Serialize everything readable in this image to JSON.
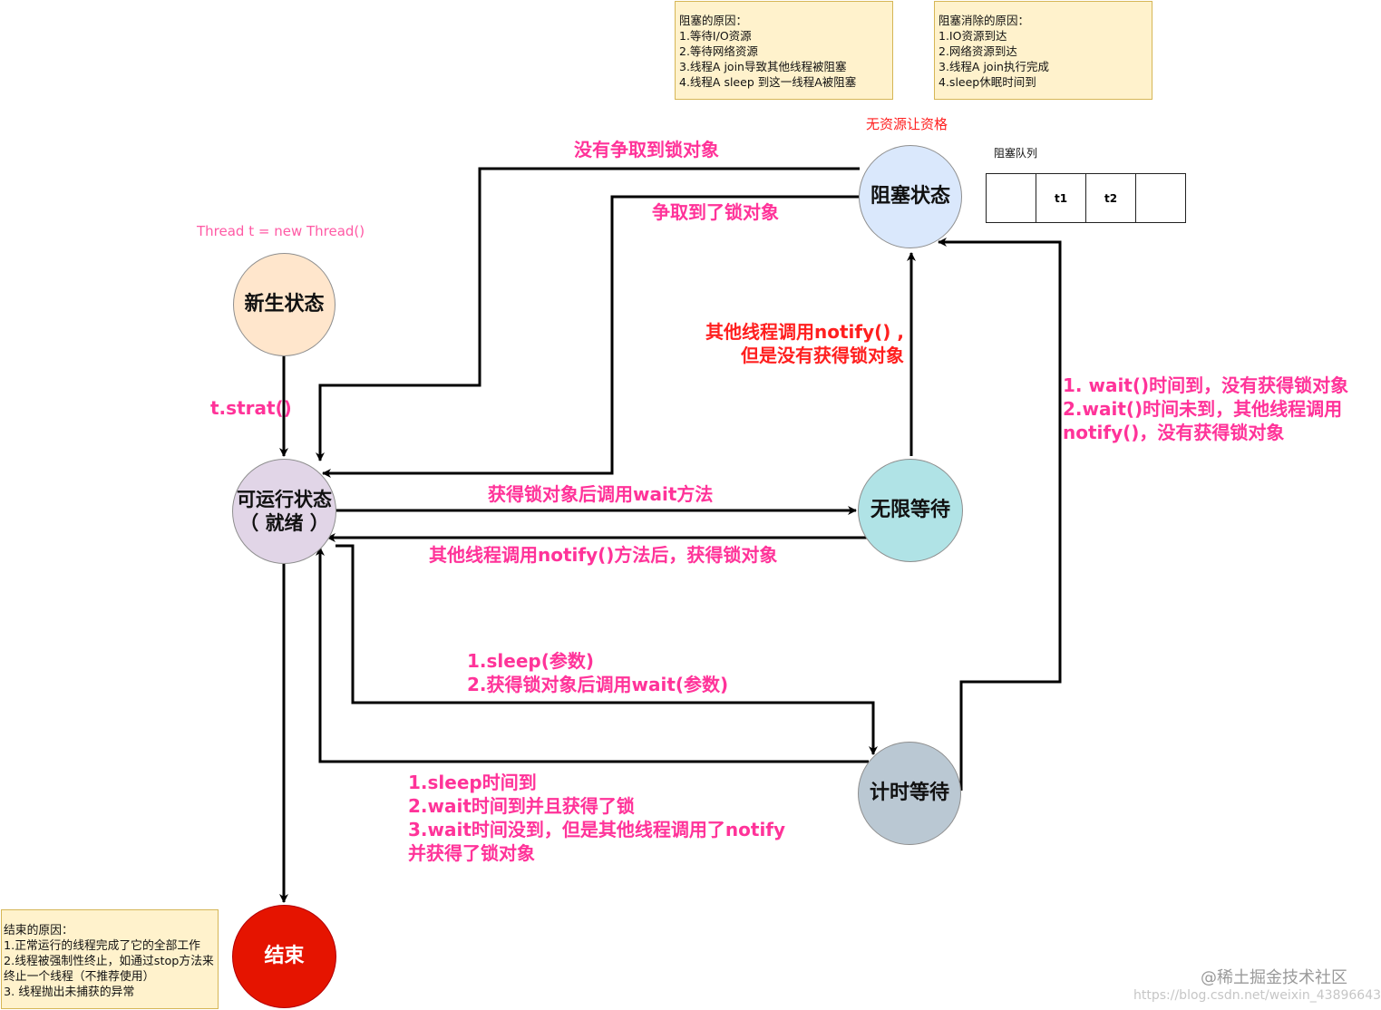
{
  "notes": {
    "block_reasons": [
      "阻塞的原因：",
      "1.等待I/O资源",
      "2.等待网络资源",
      "3.线程A join导致其他线程被阻塞",
      "4.线程A sleep 到这一线程A被阻塞"
    ],
    "unblock_reasons": [
      "阻塞消除的原因：",
      "1.IO资源到达",
      "2.网络资源到达",
      "3.线程A join执行完成",
      "4.sleep休眠时间到"
    ],
    "end_reasons": [
      "结束的原因：",
      "1.正常运行的线程完成了它的全部工作",
      "2.线程被强制性终止，如通过stop方法来终止一个线程（不推荐使用）",
      "3. 线程抛出未捕获的异常"
    ]
  },
  "states": {
    "new": "新生状态",
    "runnable": [
      "可运行状态",
      "（ 就绪 ）"
    ],
    "blocked": "阻塞状态",
    "waiting": "无限等待",
    "timed_waiting": "计时等待",
    "terminated": "结束"
  },
  "labels": {
    "thread_new": "Thread t = new  Thread()",
    "start": "t.strat()",
    "no_lock": "没有争取到锁对象",
    "got_lock": "争取到了锁对象",
    "no_resource": "无资源让资格",
    "blocked_queue": "阻塞队列",
    "notify_no_lock": [
      "其他线程调用notify() ,",
      "但是没有获得锁对象"
    ],
    "wait_call": "获得锁对象后调用wait方法",
    "notify_get_lock": "其他线程调用notify()方法后，获得锁对象",
    "timed_to_blocked": [
      "1. wait()时间到，没有获得锁对象",
      "2.wait()时间未到，其他线程调用",
      "notify()，没有获得锁对象"
    ],
    "sleep_wait_param": [
      "1.sleep(参数)",
      "2.获得锁对象后调用wait(参数)"
    ],
    "timed_return": [
      "1.sleep时间到",
      "2.wait时间到并且获得了锁",
      "3.wait时间没到，但是其他线程调用了notify",
      "并获得了锁对象"
    ]
  },
  "queue_cells": [
    "",
    "t1",
    "t2",
    ""
  ],
  "watermark": {
    "brand": "@稀土掘金技术社区",
    "url": "https://blog.csdn.net/weixin_43896643"
  },
  "colors": {
    "new_fill": "#ffe6cc",
    "runnable_fill": "#e1d5e7",
    "blocked_fill": "#dae8fc",
    "waiting_fill": "#b0e3e6",
    "timed_fill": "#bac8d3",
    "terminated_fill": "#e51400",
    "label_pink": "#ff3399",
    "label_red": "#ff1f1f",
    "note_fill": "#fff2cc"
  }
}
